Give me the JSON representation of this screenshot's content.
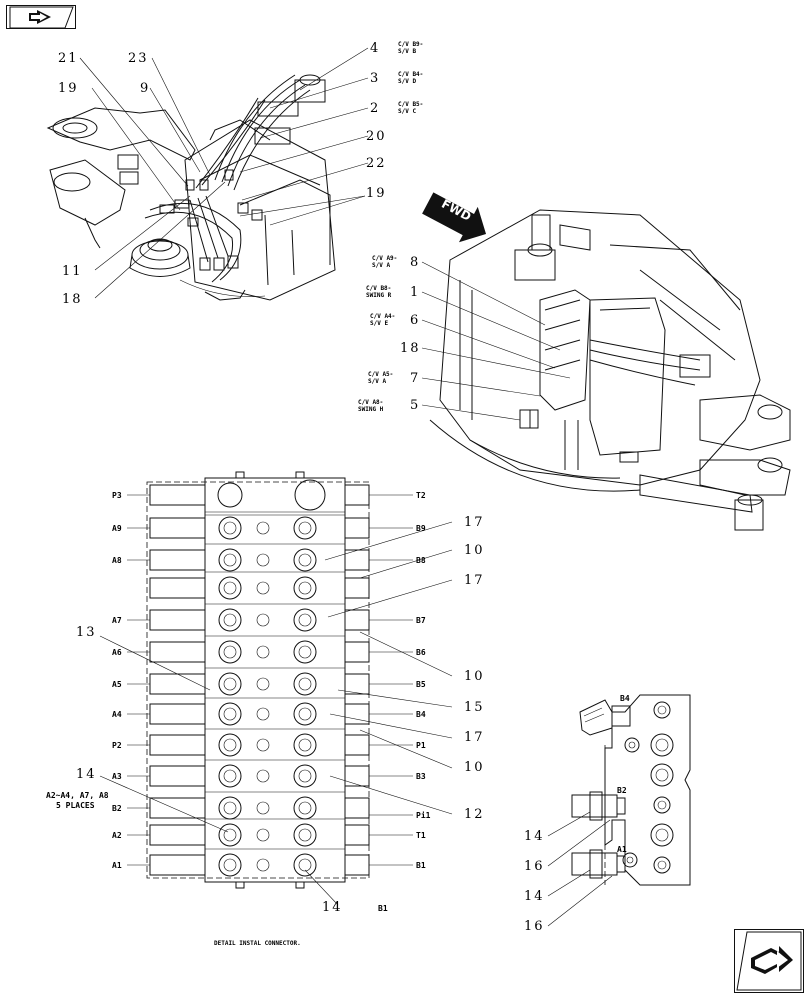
{
  "callouts_top": {
    "c21": "21",
    "c23": "23",
    "c19a": "19",
    "c9": "9",
    "c4": "4",
    "c3": "3",
    "c2": "2",
    "c20": "20",
    "c22": "22",
    "c19b": "19",
    "c11": "11",
    "c18a": "18"
  },
  "labels_top": {
    "l4": [
      "C/V B9-",
      "S/V B"
    ],
    "l3": [
      "C/V B4-",
      "S/V D"
    ],
    "l2": [
      "C/V B5-",
      "S/V C"
    ]
  },
  "fwd": "FWD",
  "callouts_right": {
    "c8": "8",
    "c1": "1",
    "c6": "6",
    "c18b": "18",
    "c7": "7",
    "c5": "5"
  },
  "labels_right": {
    "l8": [
      "C/V A9-",
      "S/V A"
    ],
    "l1": [
      "C/V B8-",
      "SWING R"
    ],
    "l6": [
      "C/V A4-",
      "S/V E"
    ],
    "l7": [
      "C/V A5-",
      "S/V A"
    ],
    "l5": [
      "C/V A8-",
      "SWING H"
    ]
  },
  "valve_left_ports": [
    "P3",
    "A9",
    "A8",
    "A7",
    "A6",
    "A5",
    "A4",
    "P2",
    "A3",
    "B2",
    "A2",
    "A1"
  ],
  "valve_right_ports": [
    "T2",
    "B9",
    "B8",
    "B7",
    "B6",
    "B5",
    "B4",
    "P1",
    "B3",
    "Pi1",
    "T1",
    "B1"
  ],
  "callouts_valve": {
    "c17a": "17",
    "c10a": "10",
    "c17b": "17",
    "c13": "13",
    "c10b": "10",
    "c15": "15",
    "c17c": "17",
    "c10c": "10",
    "c14a": "14",
    "c12": "12",
    "c14b": "14"
  },
  "note": [
    "A2~A4, A7, A8",
    "5 PLACES"
  ],
  "bottom_port": "B1",
  "detail_title": "DETAIL INSTAL CONNECTOR.",
  "detail_ports": {
    "b4": "B4",
    "b2": "B2",
    "a1": "A1"
  },
  "detail_callouts": {
    "c14a": "14",
    "c16a": "16",
    "c14b": "14",
    "c16b": "16"
  }
}
